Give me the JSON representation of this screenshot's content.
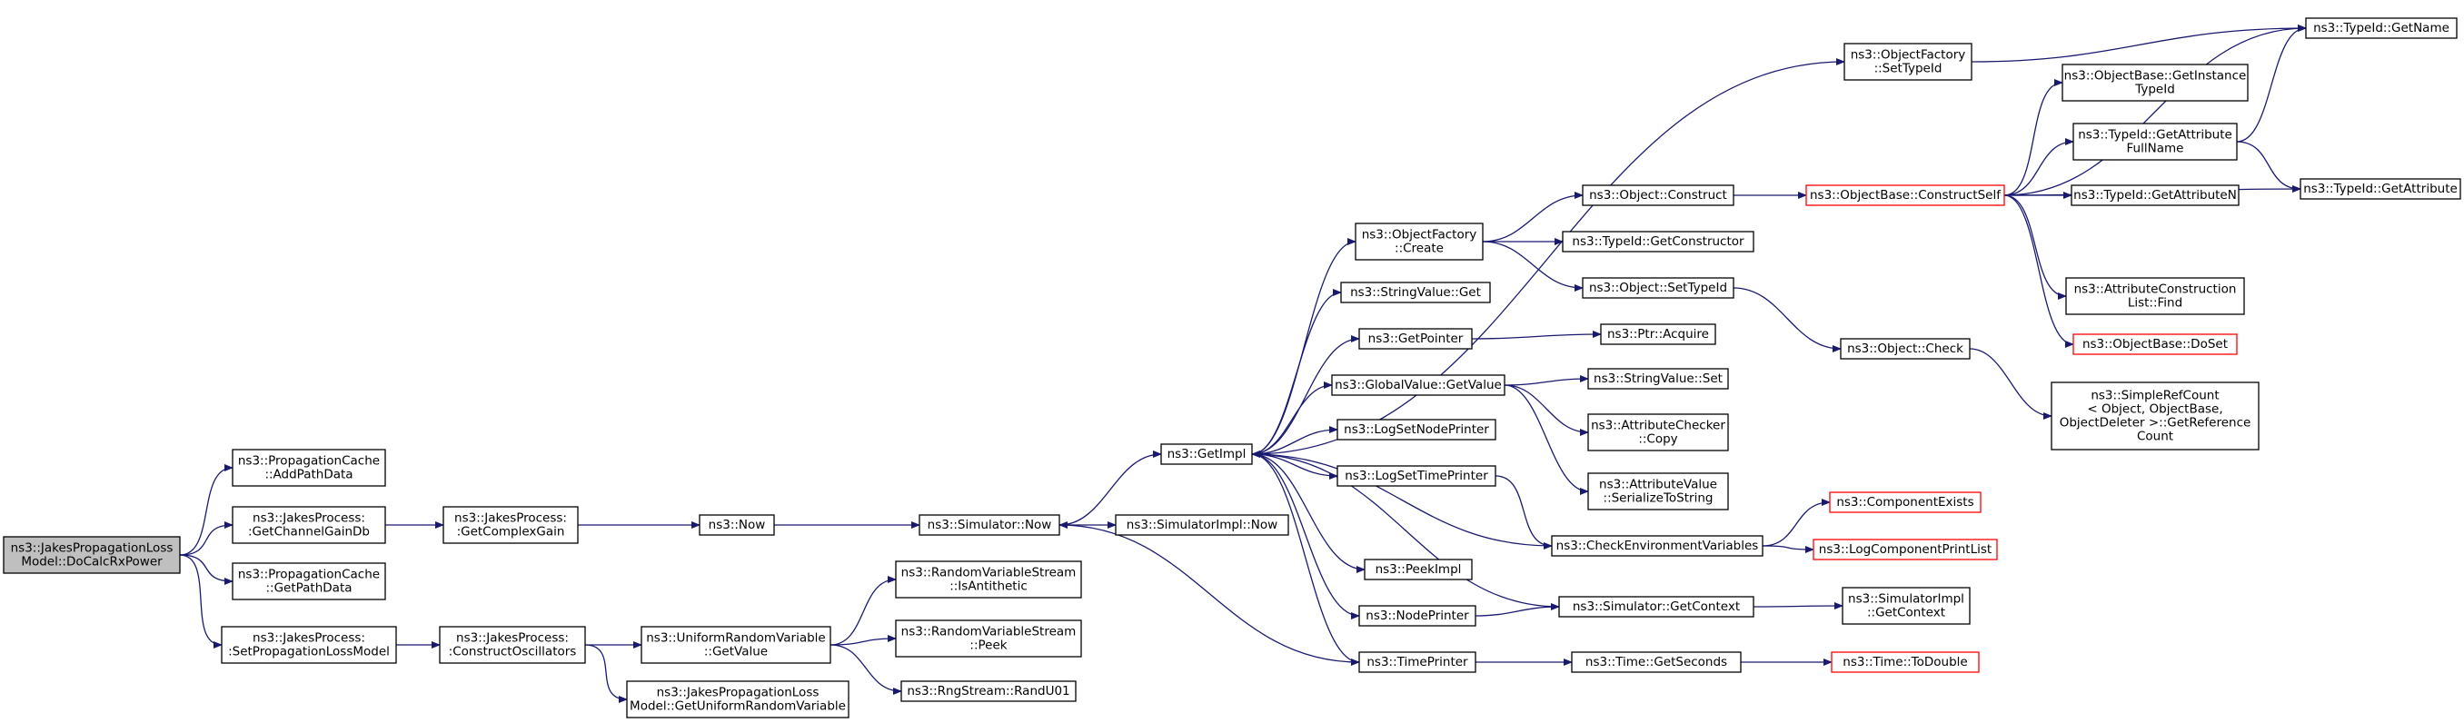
{
  "diagram": {
    "type": "call-graph",
    "edge_color": "#191970",
    "root_fill": "#bfbfbf",
    "truncated_border_color": "#ff0000",
    "nodes": [
      {
        "id": "root",
        "lines": [
          "ns3::JakesPropagationLoss",
          "Model::DoCalcRxPower"
        ],
        "style": "root"
      },
      {
        "id": "pc_add",
        "lines": [
          "ns3::PropagationCache",
          "::AddPathData"
        ]
      },
      {
        "id": "jp_gain_db",
        "lines": [
          "ns3::JakesProcess:",
          ":GetChannelGainDb"
        ]
      },
      {
        "id": "pc_get",
        "lines": [
          "ns3::PropagationCache",
          "::GetPathData"
        ]
      },
      {
        "id": "jp_setmodel",
        "lines": [
          "ns3::JakesProcess:",
          ":SetPropagationLossModel"
        ]
      },
      {
        "id": "jp_complex",
        "lines": [
          "ns3::JakesProcess:",
          ":GetComplexGain"
        ]
      },
      {
        "id": "jp_osc",
        "lines": [
          "ns3::JakesProcess:",
          ":ConstructOscillators"
        ]
      },
      {
        "id": "now",
        "lines": [
          "ns3::Now"
        ]
      },
      {
        "id": "urv_get",
        "lines": [
          "ns3::UniformRandomVariable",
          "::GetValue"
        ]
      },
      {
        "id": "jplm_urv",
        "lines": [
          "ns3::JakesPropagationLoss",
          "Model::GetUniformRandomVariable"
        ]
      },
      {
        "id": "sim_now",
        "lines": [
          "ns3::Simulator::Now"
        ]
      },
      {
        "id": "rvs_anti",
        "lines": [
          "ns3::RandomVariableStream",
          "::IsAntithetic"
        ]
      },
      {
        "id": "rvs_peek",
        "lines": [
          "ns3::RandomVariableStream",
          "::Peek"
        ]
      },
      {
        "id": "rng_rand",
        "lines": [
          "ns3::RngStream::RandU01"
        ]
      },
      {
        "id": "getimpl",
        "lines": [
          "ns3::GetImpl"
        ]
      },
      {
        "id": "simimpl_now",
        "lines": [
          "ns3::SimulatorImpl::Now"
        ]
      },
      {
        "id": "of_create",
        "lines": [
          "ns3::ObjectFactory",
          "::Create"
        ]
      },
      {
        "id": "sv_get",
        "lines": [
          "ns3::StringValue::Get"
        ]
      },
      {
        "id": "getpointer",
        "lines": [
          "ns3::GetPointer"
        ]
      },
      {
        "id": "gv_get",
        "lines": [
          "ns3::GlobalValue::GetValue"
        ]
      },
      {
        "id": "lsnp",
        "lines": [
          "ns3::LogSetNodePrinter"
        ]
      },
      {
        "id": "lstp",
        "lines": [
          "ns3::LogSetTimePrinter"
        ]
      },
      {
        "id": "peekimpl",
        "lines": [
          "ns3::PeekImpl"
        ]
      },
      {
        "id": "nodeprinter",
        "lines": [
          "ns3::NodePrinter"
        ]
      },
      {
        "id": "timeprinter",
        "lines": [
          "ns3::TimePrinter"
        ]
      },
      {
        "id": "of_settypeid",
        "lines": [
          "ns3::ObjectFactory",
          "::SetTypeId"
        ]
      },
      {
        "id": "obj_construct",
        "lines": [
          "ns3::Object::Construct"
        ]
      },
      {
        "id": "tid_getctor",
        "lines": [
          "ns3::TypeId::GetConstructor"
        ]
      },
      {
        "id": "obj_settypeid",
        "lines": [
          "ns3::Object::SetTypeId"
        ]
      },
      {
        "id": "ptr_acquire",
        "lines": [
          "ns3::Ptr::Acquire"
        ]
      },
      {
        "id": "sv_set",
        "lines": [
          "ns3::StringValue::Set"
        ]
      },
      {
        "id": "ac_copy",
        "lines": [
          "ns3::AttributeChecker",
          "::Copy"
        ]
      },
      {
        "id": "av_ser",
        "lines": [
          "ns3::AttributeValue",
          "::SerializeToString"
        ]
      },
      {
        "id": "checkenv",
        "lines": [
          "ns3::CheckEnvironmentVariables"
        ]
      },
      {
        "id": "sim_getctx",
        "lines": [
          "ns3::Simulator::GetContext"
        ]
      },
      {
        "id": "time_getsec",
        "lines": [
          "ns3::Time::GetSeconds"
        ]
      },
      {
        "id": "ob_constructself",
        "lines": [
          "ns3::ObjectBase::ConstructSelf"
        ],
        "style": "red"
      },
      {
        "id": "obj_check",
        "lines": [
          "ns3::Object::Check"
        ]
      },
      {
        "id": "comp_exists",
        "lines": [
          "ns3::ComponentExists"
        ],
        "style": "red"
      },
      {
        "id": "lcpl",
        "lines": [
          "ns3::LogComponentPrintList"
        ],
        "style": "red"
      },
      {
        "id": "simimpl_getctx",
        "lines": [
          "ns3::SimulatorImpl",
          "::GetContext"
        ]
      },
      {
        "id": "time_todouble",
        "lines": [
          "ns3::Time::ToDouble"
        ],
        "style": "red"
      },
      {
        "id": "ob_getinst",
        "lines": [
          "ns3::ObjectBase::GetInstance",
          "TypeId"
        ]
      },
      {
        "id": "tid_getattrfull",
        "lines": [
          "ns3::TypeId::GetAttribute",
          "FullName"
        ]
      },
      {
        "id": "tid_getattrn",
        "lines": [
          "ns3::TypeId::GetAttributeN"
        ]
      },
      {
        "id": "acl_find",
        "lines": [
          "ns3::AttributeConstruction",
          "List::Find"
        ]
      },
      {
        "id": "ob_doset",
        "lines": [
          "ns3::ObjectBase::DoSet"
        ],
        "style": "red"
      },
      {
        "id": "src_getref",
        "lines": [
          "ns3::SimpleRefCount",
          "< Object, ObjectBase,",
          "ObjectDeleter >::GetReference",
          "Count"
        ]
      },
      {
        "id": "tid_getname",
        "lines": [
          "ns3::TypeId::GetName"
        ]
      },
      {
        "id": "tid_getattr",
        "lines": [
          "ns3::TypeId::GetAttribute"
        ]
      }
    ]
  }
}
